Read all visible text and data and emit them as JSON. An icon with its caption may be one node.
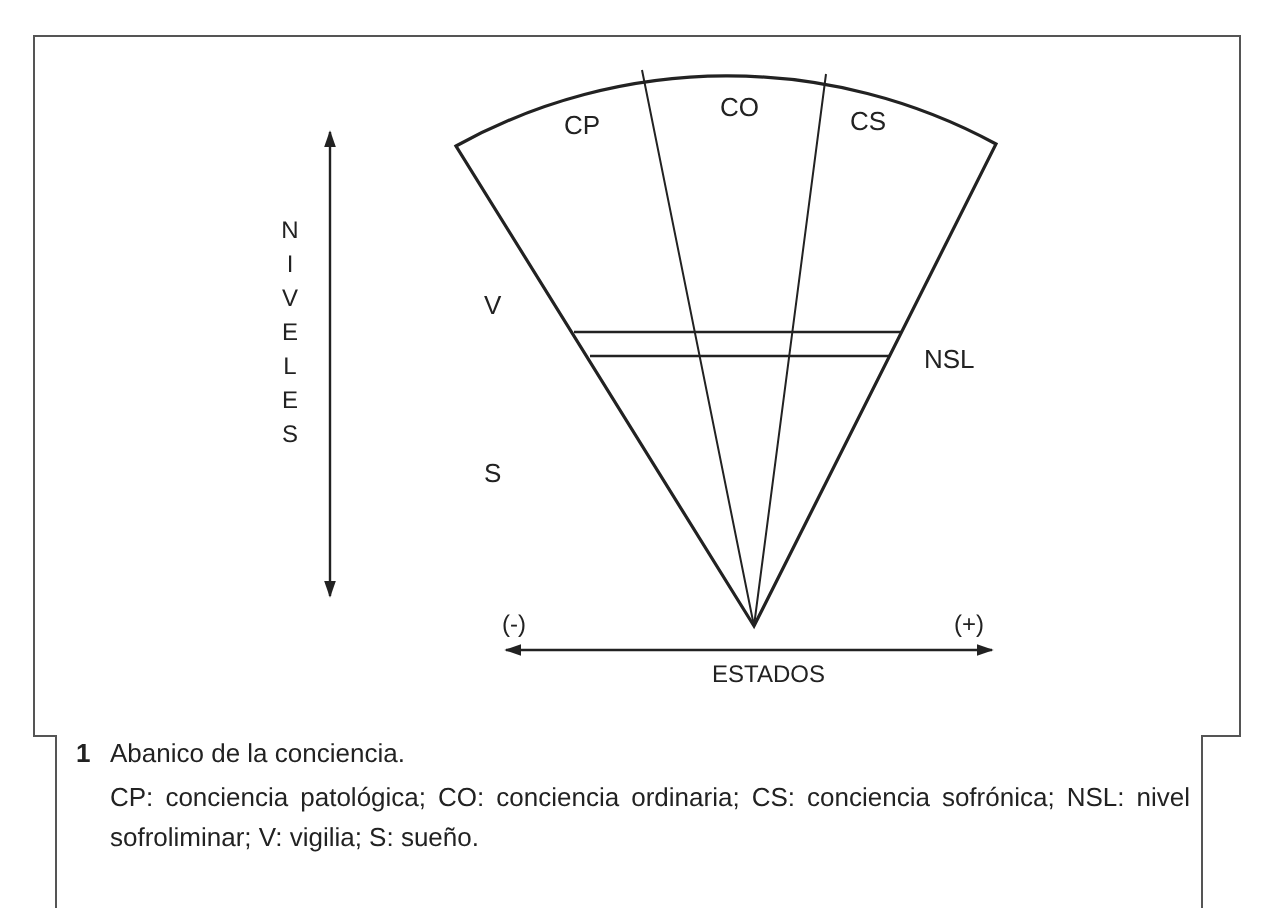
{
  "diagram": {
    "caption": "Abanico de la conciencia.",
    "labels": [
      "CP",
      "CO",
      "CS",
      "N I V E L E S",
      "V",
      "NSL",
      "S",
      "(-)",
      "(+)",
      "ESTADOS",
      "1",
      "CP: conciencia patológica; CO: conciencia ordinaria; CS: conciencia sofrónica; NSL: nivel sofroliminar; V: vigilia; S: sueño."
    ]
  }
}
